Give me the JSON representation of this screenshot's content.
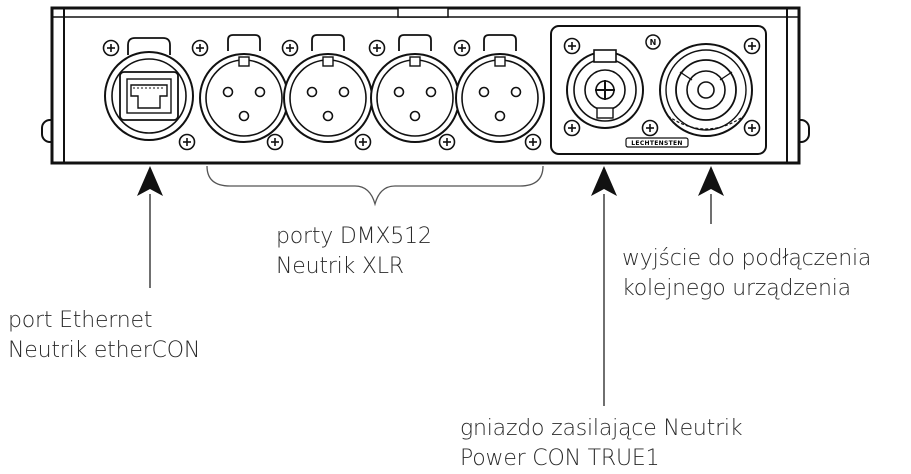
{
  "labels": {
    "dmx": {
      "line1": "porty DMX512",
      "line2": "Neutrik XLR"
    },
    "ethernet": {
      "line1": "port Ethernet",
      "line2": "Neutrik etherCON"
    },
    "output": {
      "line1": "wyjście do podłączenia",
      "line2": "kolejnego urządzenia"
    },
    "power": {
      "line1": "gniazdo zasilające Neutrik",
      "line2": "Power CON TRUE1"
    }
  },
  "device": {
    "brand": "LECHTENSTEN",
    "xlr_count": 4
  },
  "colors": {
    "line": "#111111",
    "text": "#2a2a2a"
  }
}
